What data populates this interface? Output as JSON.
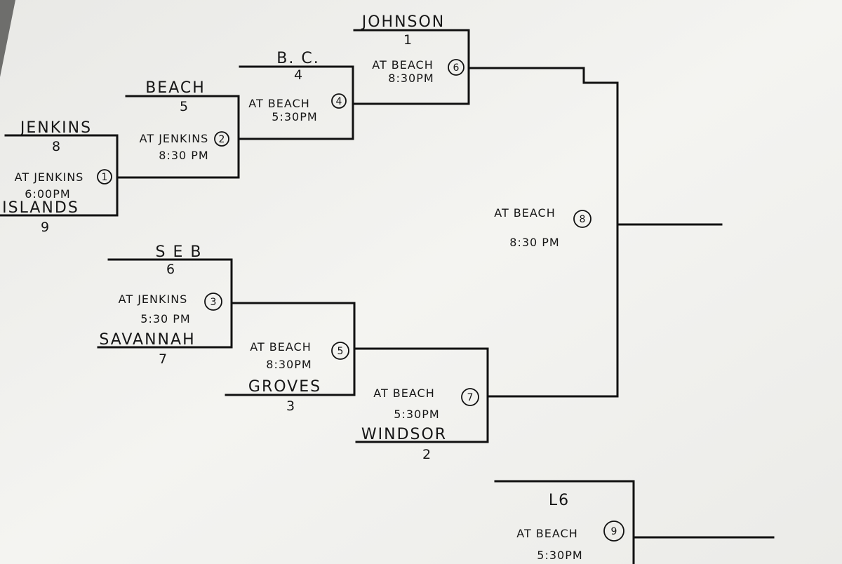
{
  "bracket": {
    "teams": {
      "johnson": {
        "name": "JOHNSON",
        "seed": "1"
      },
      "bc": {
        "name": "B. C.",
        "seed": "4"
      },
      "beach": {
        "name": "BEACH",
        "seed": "5"
      },
      "jenkins": {
        "name": "JENKINS",
        "seed": "8"
      },
      "islands": {
        "name": "ISLANDS",
        "seed": "9"
      },
      "seb": {
        "name": "S E B",
        "seed": "6"
      },
      "savannah": {
        "name": "SAVANNAH",
        "seed": "7"
      },
      "groves": {
        "name": "GROVES",
        "seed": "3"
      },
      "windsor": {
        "name": "WINDSOR",
        "seed": "2"
      },
      "l6": {
        "name": "L6"
      }
    },
    "games": {
      "g1": {
        "site": "AT JENKINS",
        "time": "6:00PM",
        "number": "1"
      },
      "g2": {
        "site": "AT JENKINS",
        "time": "8:30 PM",
        "number": "2"
      },
      "g3": {
        "site": "AT JENKINS",
        "time": "5:30 PM",
        "number": "3"
      },
      "g4": {
        "site": "AT BEACH",
        "time": "5:30PM",
        "number": "4"
      },
      "g5": {
        "site": "AT BEACH",
        "time": "8:30PM",
        "number": "5"
      },
      "g6": {
        "site": "AT BEACH",
        "time": "8:30PM",
        "number": "6"
      },
      "g7": {
        "site": "AT BEACH",
        "time": "5:30PM",
        "number": "7"
      },
      "g8": {
        "site": "AT BEACH",
        "time": "8:30 PM",
        "number": "8"
      },
      "g9": {
        "site": "AT BEACH",
        "time": "5:30PM",
        "number": "9"
      }
    }
  },
  "colors": {
    "paper": "#f2f2ef",
    "ink": "#111111",
    "background": "#6e6e6c"
  }
}
